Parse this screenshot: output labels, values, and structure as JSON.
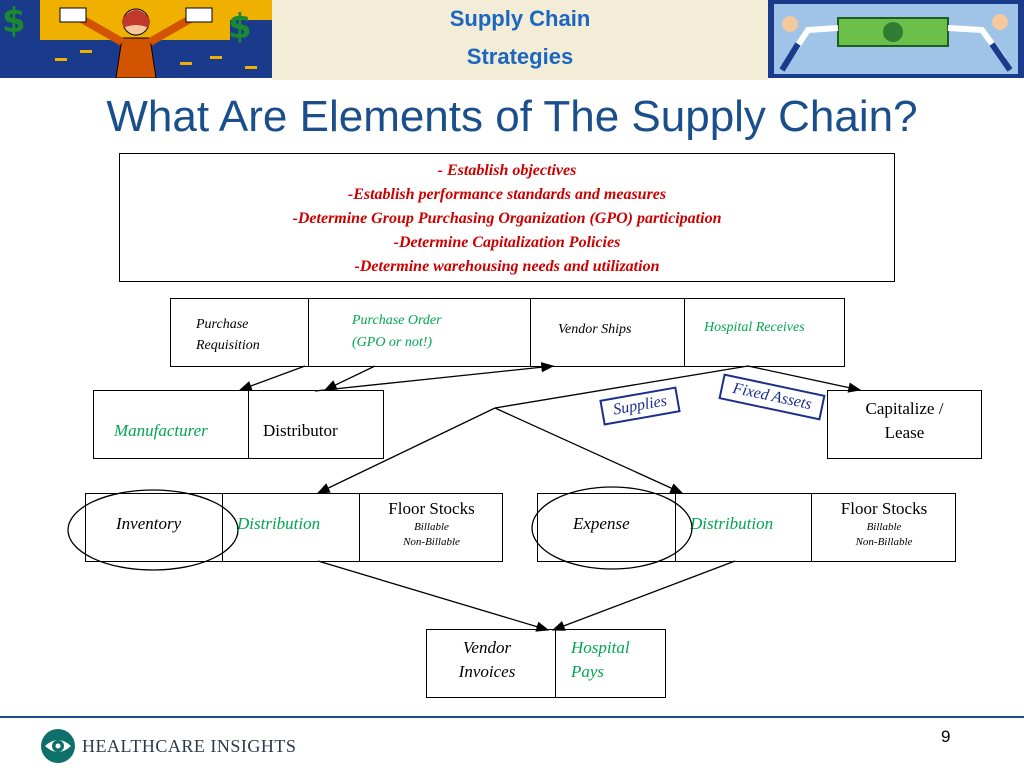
{
  "header": {
    "banner_title_line1": "Supply Chain",
    "banner_title_line2": "Strategies"
  },
  "page_title": "What Are Elements of The Supply Chain?",
  "objectives": [
    "- Establish objectives",
    "-Establish performance standards and measures",
    "-Determine Group Purchasing Organization (GPO) participation",
    "-Determine Capitalization Policies",
    "-Determine warehousing needs and utilization"
  ],
  "process_row": {
    "purchase_requisition_line1": "Purchase",
    "purchase_requisition_line2": "Requisition",
    "purchase_order_line1": "Purchase Order",
    "purchase_order_line2": "(GPO or not!)",
    "vendor_ships": "Vendor Ships",
    "hospital_receives": "Hospital Receives"
  },
  "source_box": {
    "manufacturer": "Manufacturer",
    "distributor": "Distributor"
  },
  "capitalize_box": {
    "line1": "Capitalize /",
    "line2": "Lease"
  },
  "tags": {
    "supplies": "Supplies",
    "fixed_assets": "Fixed Assets"
  },
  "inventory_box": {
    "inventory": "Inventory",
    "distribution": "Distribution",
    "floor_stocks": "Floor Stocks",
    "billable": "Billable",
    "non_billable": "Non-Billable"
  },
  "expense_box": {
    "expense": "Expense",
    "distribution": "Distribution",
    "floor_stocks": "Floor Stocks",
    "billable": "Billable",
    "non_billable": "Non-Billable"
  },
  "payment_box": {
    "vendor_invoices_line1": "Vendor",
    "vendor_invoices_line2": "Invoices",
    "hospital_pays_line1": "Hospital",
    "hospital_pays_line2": "Pays"
  },
  "footer": {
    "logo_text": "HEALTHCARE INSIGHTS",
    "page_number": "9"
  },
  "colors": {
    "title_blue": "#1a4f8c",
    "objective_red": "#cc0000",
    "label_green": "#00a651",
    "tag_navy": "#1b2e8c",
    "banner_bg": "#f3ecd6"
  }
}
